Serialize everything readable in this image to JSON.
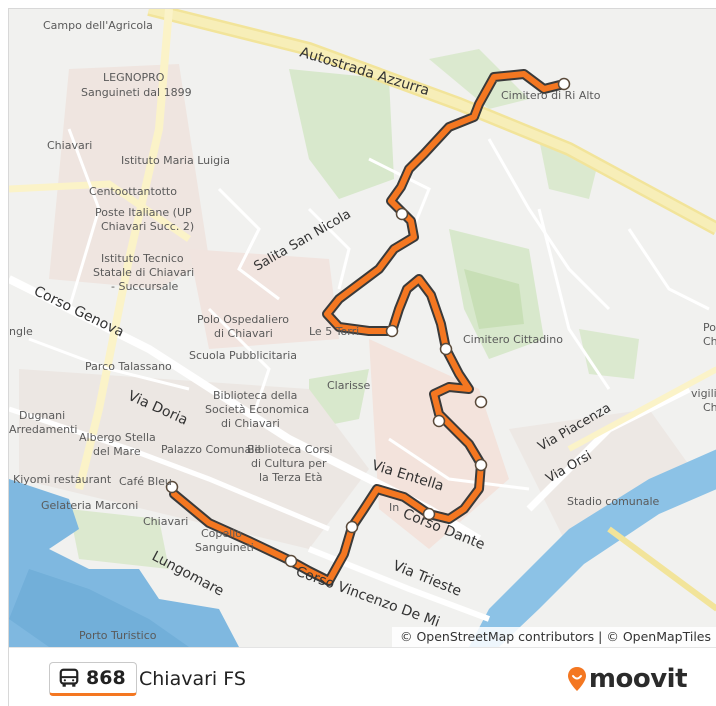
{
  "map": {
    "place_labels": [
      "Campo dell'Agricola",
      "LEGNOPRO",
      "Sanguineti dal 1899",
      "Chiavari",
      "Istituto Maria Luigia",
      "Centoottantotto",
      "Poste Italiane (UP",
      "Chiavari Succ. 2)",
      "Istituto Tecnico",
      "Statale di Chiavari",
      "- Succursale",
      "Polo Ospedaliero",
      "di Chiavari",
      "Scuola Pubblicitaria",
      "Parco Talassano",
      "Biblioteca della",
      "Società Economica",
      "di Chiavari",
      "Dugnani",
      "Arredamenti",
      "Albergo Stella",
      "del Mare",
      "Palazzo Comunale",
      "Biblioteca Corsi",
      "di Cultura per",
      "la Terza Età",
      "Kiyomi restaurant",
      "Café Bleu",
      "Gelateria Marconi",
      "Chiavari",
      "Copello",
      "Sanguineti",
      "Porto Turistico",
      "Clarisse",
      "Le 5 Torri",
      "Cimitero Cittadino",
      "Cimitero di Ri Alto",
      "Stadio comunale",
      "ngle",
      "Pos",
      "Chi",
      "vigili",
      "Chi",
      "In"
    ],
    "road_labels": [
      "Autostrada Azzurra",
      "Salita San Nicola",
      "Corso Genova",
      "Via Doria",
      "Via Entella",
      "Corso Dante",
      "Via Piacenza",
      "Via Orsi",
      "Via Trieste",
      "Lungomare",
      "Corso Vincenzo De Mi"
    ],
    "route_color": "#f47721",
    "attribution": "© OpenStreetMap contributors | © OpenMapTiles"
  },
  "footer": {
    "bus_icon": "bus-icon",
    "route_number": "868",
    "route_name": "Chiavari FS",
    "brand": "moovit",
    "brand_color": "#f47721"
  }
}
